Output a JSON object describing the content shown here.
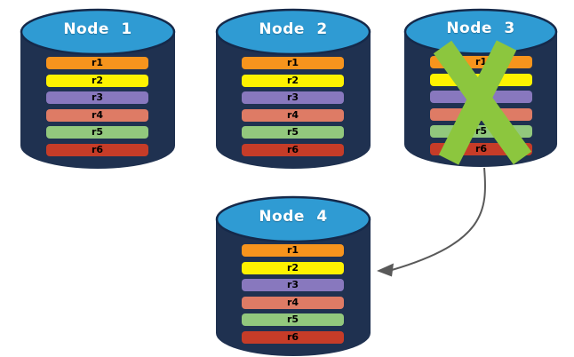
{
  "nodes": [
    {
      "label": "Node 1",
      "status": "active"
    },
    {
      "label": "Node 2",
      "status": "active"
    },
    {
      "label": "Node 3",
      "status": "failed"
    },
    {
      "label": "Node 4",
      "status": "active"
    }
  ],
  "replicas": [
    {
      "label": "r1",
      "color": "#F7941D"
    },
    {
      "label": "r2",
      "color": "#FEF200"
    },
    {
      "label": "r3",
      "color": "#8878BE"
    },
    {
      "label": "r4",
      "color": "#DE7B65"
    },
    {
      "label": "r5",
      "color": "#92C87D"
    },
    {
      "label": "r6",
      "color": "#C63C28"
    }
  ],
  "arrow": {
    "from": "Node 3",
    "to": "Node 4"
  },
  "icons": {
    "failure_x": "green-x-cross-icon",
    "node_shape": "database-cylinder-icon",
    "connector": "curved-arrow-icon"
  },
  "colors": {
    "cylinder_body": "#1F3150",
    "cylinder_top": "#2F9BD3",
    "cylinder_stroke": "#15294A",
    "failure_x": "#8CC63E",
    "arrow": "#595959",
    "bar_text": "#000000",
    "title_text": "#FFFFFF"
  }
}
